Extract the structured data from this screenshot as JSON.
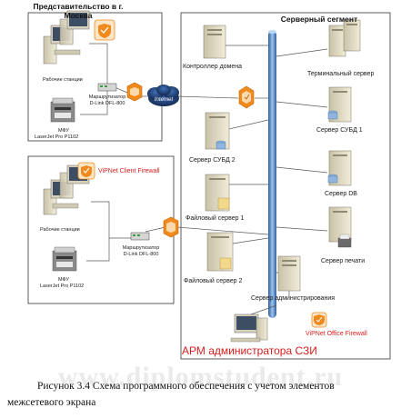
{
  "regions": {
    "moscow_title": "Представительство в г. Москва",
    "server_segment": "Серверный сегмент",
    "arm_admin": "АРМ администратора СЗИ"
  },
  "moscow": {
    "workstations": "Рабочие станции",
    "router": "Маршрутизатор D-Link DFL-800",
    "mfu": "МФУ",
    "printer_model": "LaserJet Pro P1102"
  },
  "branch": {
    "client_firewall": "ViPNet Client Firewall",
    "workstations": "Рабочие станции",
    "router": "Маршрутизатор D-Link DFL-800",
    "mfu": "МФУ",
    "printer_model": "LaserJet Pro P1102"
  },
  "internet_label": "Internet",
  "servers": {
    "domain_controller": "Контроллер домена",
    "terminal_server": "Терминальный сервер",
    "dbms1": "Сервер СУБД 1",
    "dbms2": "Сервер СУБД 2",
    "db_server": "Сервер DB",
    "file_server1": "Файловый сервер 1",
    "print_server": "Сервер печати",
    "file_server2": "Файловый сервер 2",
    "admin_server": "Сервер администрирования"
  },
  "office_firewall": "ViPNet Office Firewall",
  "watermark": "www.diplomstudent.ru",
  "caption": {
    "line1": "Рисунок 3.4 Схема программного обеспечения с учетом элементов",
    "line2": "межсетевого экрана"
  },
  "colors": {
    "firewall_orange": "#f08a1c",
    "label_red": "#d81e1e",
    "backbone_blue": "#3f76b8",
    "cloud_navy": "#1d3a6b"
  }
}
